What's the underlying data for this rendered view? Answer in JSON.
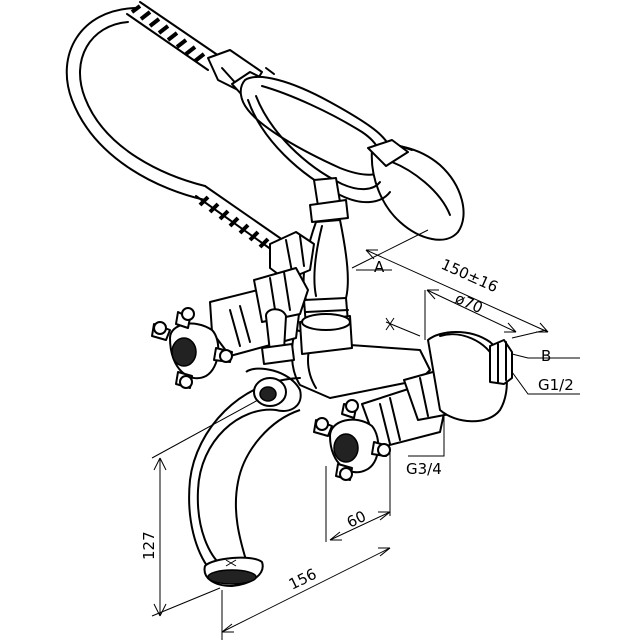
{
  "drawing": {
    "labels": {
      "a": "A",
      "b": "B",
      "g12": "G1/2",
      "g34": "G3/4"
    },
    "dimensions": {
      "width_ab": "150±16",
      "diameter": "ø70",
      "height": "127",
      "spout_depth": "60",
      "spout_length": "156"
    }
  }
}
